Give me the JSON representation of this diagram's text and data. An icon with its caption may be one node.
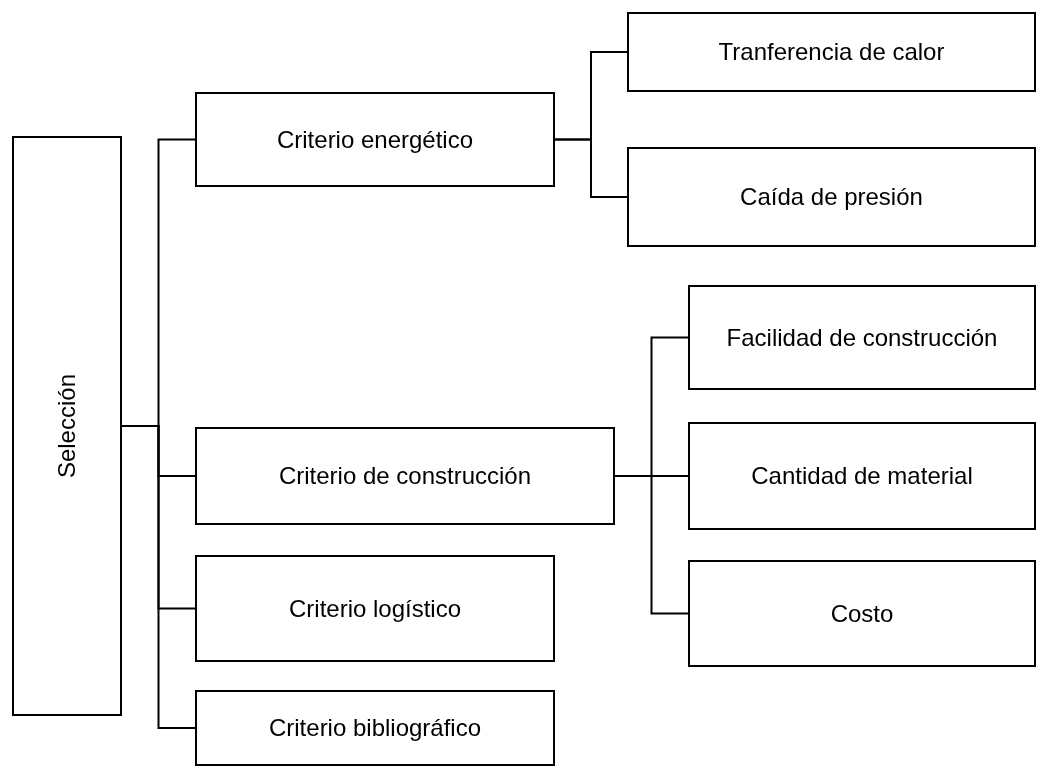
{
  "diagram": {
    "nodes": [
      {
        "text": [
          "Selección"
        ]
      },
      {
        "text": [
          "Criterio energético"
        ]
      },
      {
        "text": [
          "Tranferencia de calor"
        ]
      },
      {
        "text": [
          "Caída de presión"
        ]
      },
      {
        "text": [
          "Criterio de construcción"
        ]
      },
      {
        "text": [
          "Facilidad de construcción"
        ]
      },
      {
        "text": [
          "Cantidad de material"
        ]
      },
      {
        "text": [
          "Costo"
        ]
      },
      {
        "text": [
          "Criterio logístico"
        ]
      },
      {
        "text": [
          "Criterio bibliográfico"
        ]
      }
    ],
    "edges": [
      {
        "from": 0,
        "to": 1,
        "arrow": "none"
      },
      {
        "from": 1,
        "to": 2,
        "arrow": "none"
      },
      {
        "from": 1,
        "to": 3,
        "arrow": "none"
      },
      {
        "from": 0,
        "to": 4,
        "arrow": "none"
      },
      {
        "from": 4,
        "to": 5,
        "arrow": "none"
      },
      {
        "from": 4,
        "to": 6,
        "arrow": "none"
      },
      {
        "from": 4,
        "to": 7,
        "arrow": "none"
      },
      {
        "from": 0,
        "to": 8,
        "arrow": "none"
      },
      {
        "from": 0,
        "to": 9,
        "arrow": "none"
      }
    ]
  }
}
